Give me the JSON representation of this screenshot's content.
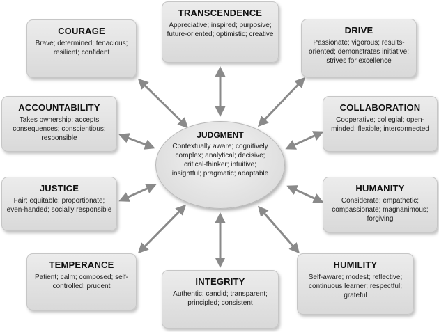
{
  "center": {
    "title": "JUDGMENT",
    "description": "Contextually aware; cognitively complex; analytical; decisive; critical-thinker; intuitive; insightful; pragmatic; adaptable"
  },
  "dimensions": [
    {
      "id": "transcendence",
      "title": "TRANSCENDENCE",
      "description": "Appreciative; inspired; purposive; future-oriented; optimistic; creative"
    },
    {
      "id": "courage",
      "title": "COURAGE",
      "description": "Brave; determined; tenacious; resilient; confident"
    },
    {
      "id": "drive",
      "title": "DRIVE",
      "description": "Passionate; vigorous; results-oriented; demonstrates initiative; strives for excellence"
    },
    {
      "id": "accountability",
      "title": "ACCOUNTABILITY",
      "description": "Takes ownership; accepts consequences; conscientious; responsible"
    },
    {
      "id": "collaboration",
      "title": "COLLABORATION",
      "description": "Cooperative; collegial; open-minded; flexible; interconnected"
    },
    {
      "id": "justice",
      "title": "JUSTICE",
      "description": "Fair; equitable; proportionate; even-handed; socially responsible"
    },
    {
      "id": "humanity",
      "title": "HUMANITY",
      "description": "Considerate; empathetic; compassionate; magnanimous; forgiving"
    },
    {
      "id": "temperance",
      "title": "TEMPERANCE",
      "description": "Patient; calm; composed; self-controlled; prudent"
    },
    {
      "id": "integrity",
      "title": "INTEGRITY",
      "description": "Authentic; candid; transparent; principled; consistent"
    },
    {
      "id": "humility",
      "title": "HUMILITY",
      "description": "Self-aware; modest; reflective; continuous learner; respectful; grateful"
    }
  ],
  "colors": {
    "arrow": "#8a8a8a",
    "box_fill": "#e3e3e3"
  }
}
